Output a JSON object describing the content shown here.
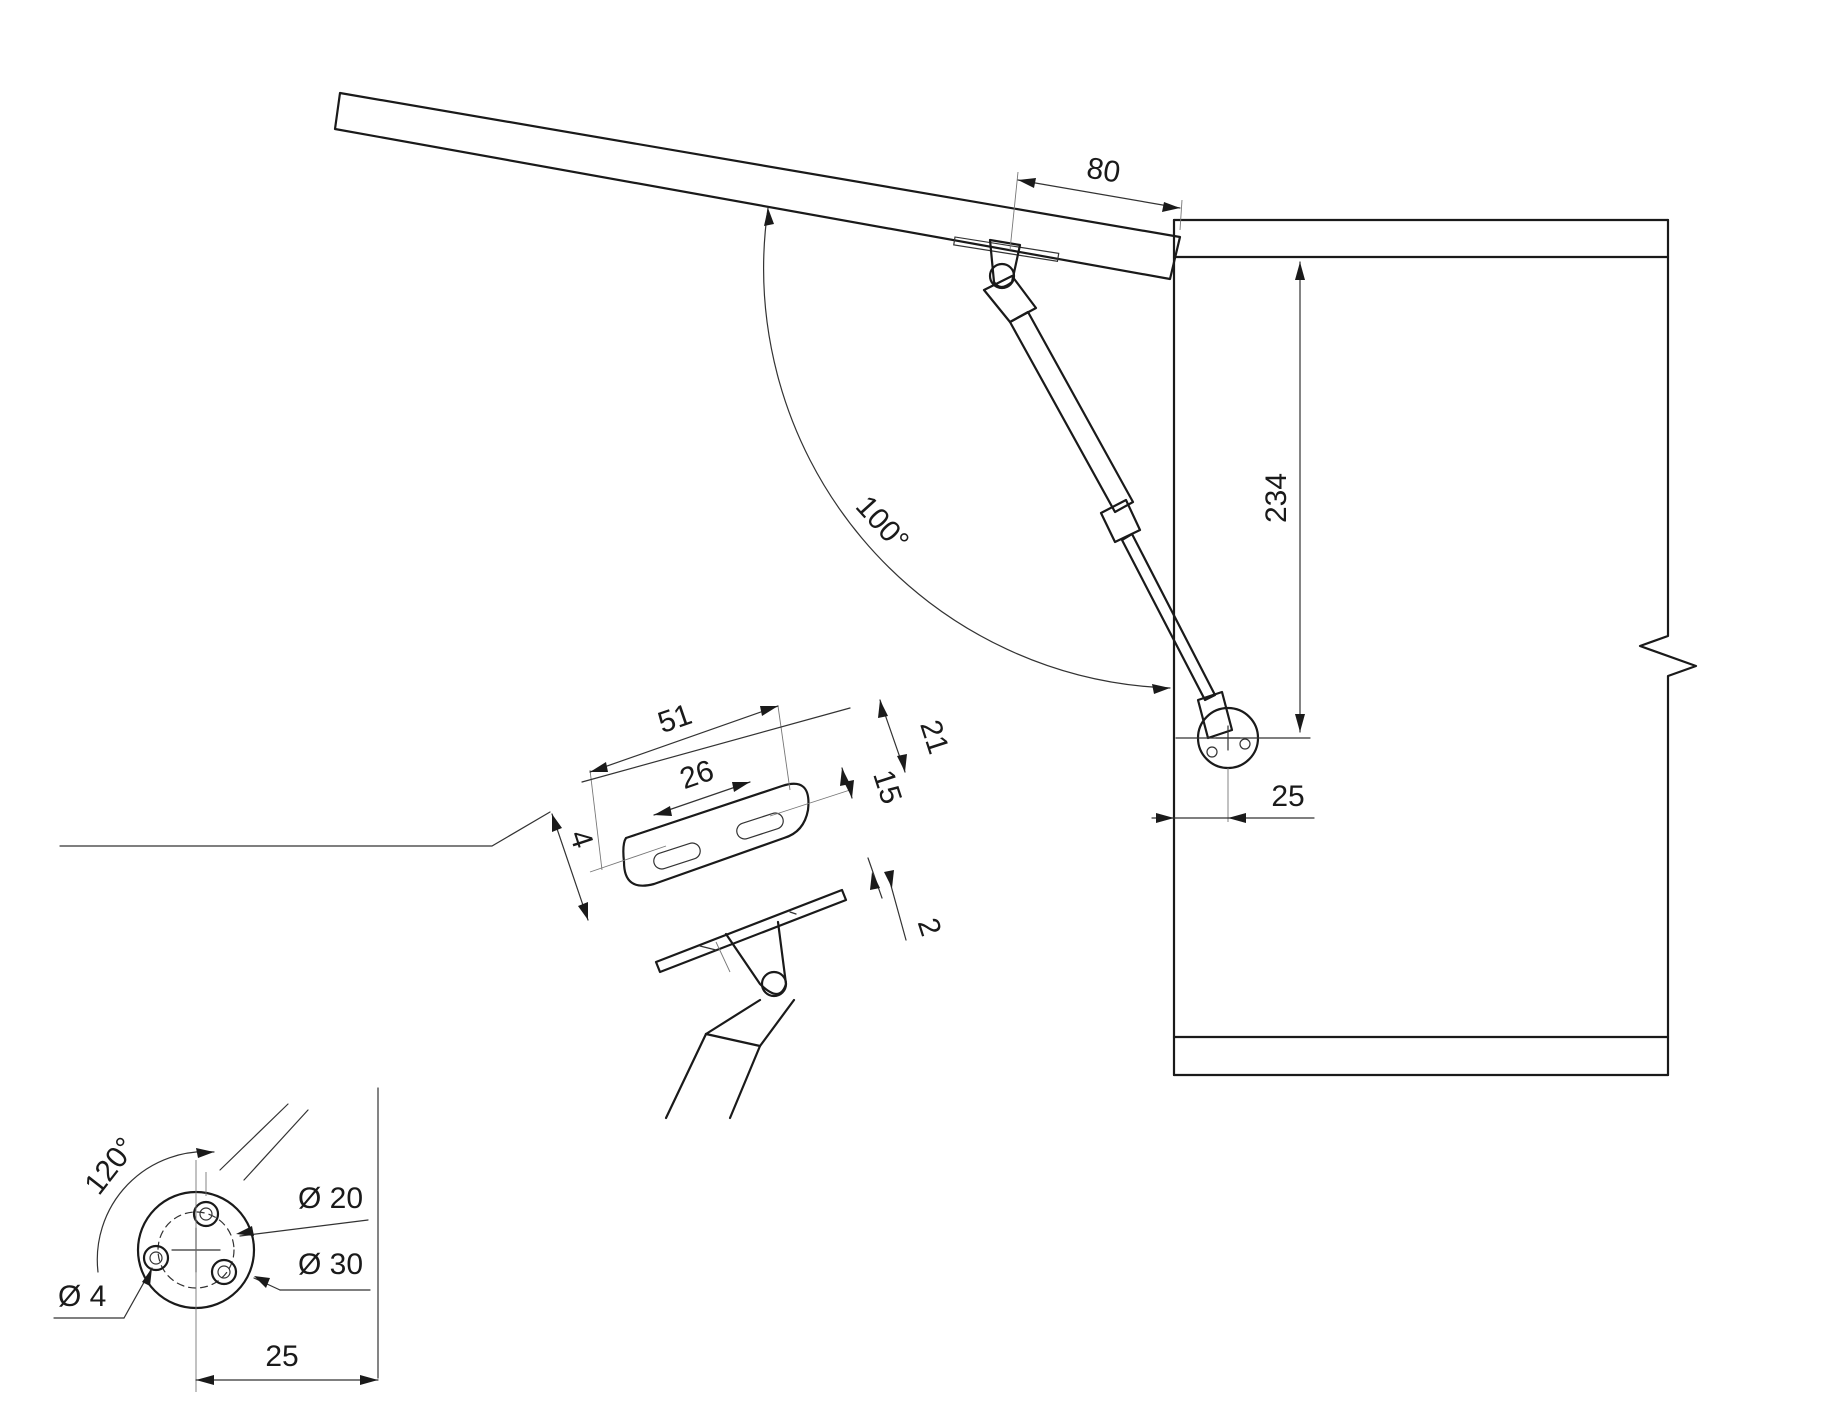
{
  "drawing": {
    "dimensions": {
      "lid_offset": "80",
      "opening_angle": "100°",
      "height": "234",
      "side_offset": "25",
      "plate_length": "51",
      "slot_spacing": "26",
      "plate_width": "21",
      "slot_width": "15",
      "plate_slot_offset": "4",
      "plate_thickness": "2",
      "mount_angle": "120°",
      "inner_diameter": "Ø 20",
      "outer_diameter": "Ø 30",
      "hole_diameter": "Ø 4",
      "mount_offset": "25"
    }
  }
}
